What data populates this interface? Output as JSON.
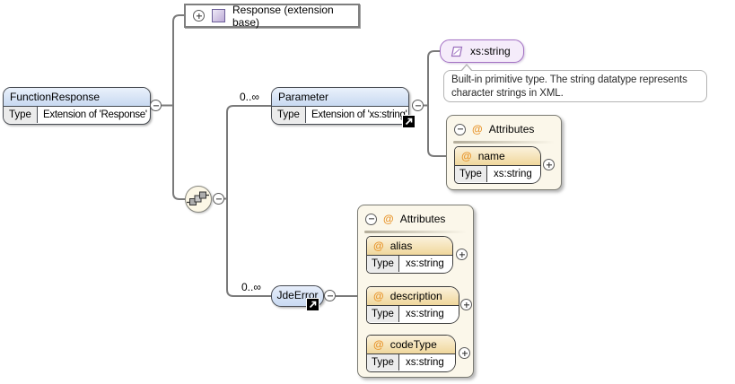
{
  "icons": {
    "at": "@"
  },
  "colors": {
    "element_header": "#D5E1F4",
    "attribute_header": "#F0D79C",
    "attributes_panel_bg": "#FBF7EA",
    "simple_type_bg": "#F5ECFA",
    "simple_type_border": "#A472C4",
    "at_sign": "#E8962E",
    "connector": "#7A7A7A"
  },
  "function_response": {
    "name": "FunctionResponse",
    "type_label": "Type",
    "type_value": "Extension of 'Response'"
  },
  "extension_base": {
    "label": "Response (extension base)"
  },
  "parameter": {
    "multiplicity": "0..∞",
    "name": "Parameter",
    "type_label": "Type",
    "type_value": "Extension of 'xs:string'",
    "base_type": {
      "name": "xs:string",
      "documentation": "Built-in primitive type. The string datatype represents character strings in XML."
    },
    "attributes_panel": {
      "title": "Attributes",
      "items": [
        {
          "name": "name",
          "type_label": "Type",
          "type_value": "xs:string"
        }
      ]
    }
  },
  "jde_error": {
    "multiplicity": "0..∞",
    "name": "JdeError",
    "attributes_panel": {
      "title": "Attributes",
      "items": [
        {
          "name": "alias",
          "type_label": "Type",
          "type_value": "xs:string"
        },
        {
          "name": "description",
          "type_label": "Type",
          "type_value": "xs:string"
        },
        {
          "name": "codeType",
          "type_label": "Type",
          "type_value": "xs:string"
        }
      ]
    }
  }
}
